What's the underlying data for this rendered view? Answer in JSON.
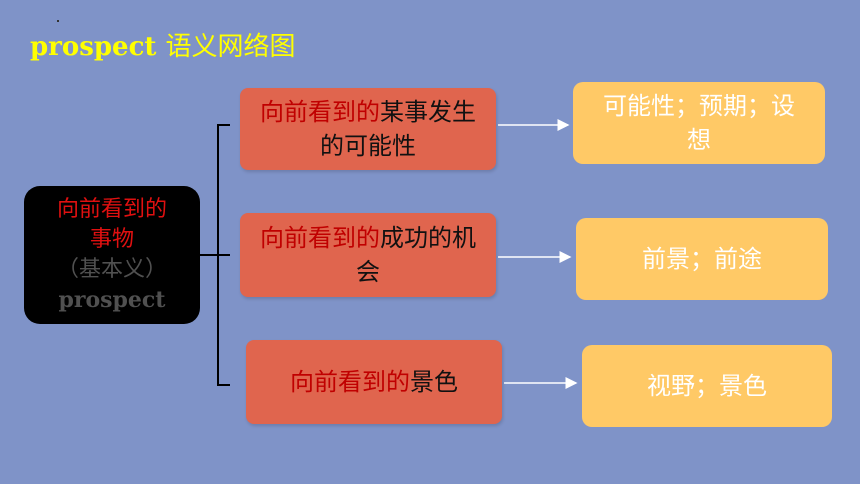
{
  "title": {
    "en": "prospect",
    "zh": "语义网络图"
  },
  "root": {
    "line1": "向前看到的",
    "line2": "事物",
    "line3": "（基本义）",
    "line4": "prospect"
  },
  "branches": [
    {
      "red": "向前看到的",
      "rest": "某事发生的可能性",
      "result": "可能性；预期；设想"
    },
    {
      "red": "向前看到的",
      "rest": "成功的机会",
      "result": "前景；前途"
    },
    {
      "red": "向前看到的",
      "rest": "景色",
      "result": "视野；景色"
    }
  ],
  "colors": {
    "background": "#7f93c8",
    "title": "#ffff00",
    "root_box": "#000000",
    "branch_box": "#e0654e",
    "result_box": "#ffc966",
    "highlight_text": "#c00000"
  }
}
